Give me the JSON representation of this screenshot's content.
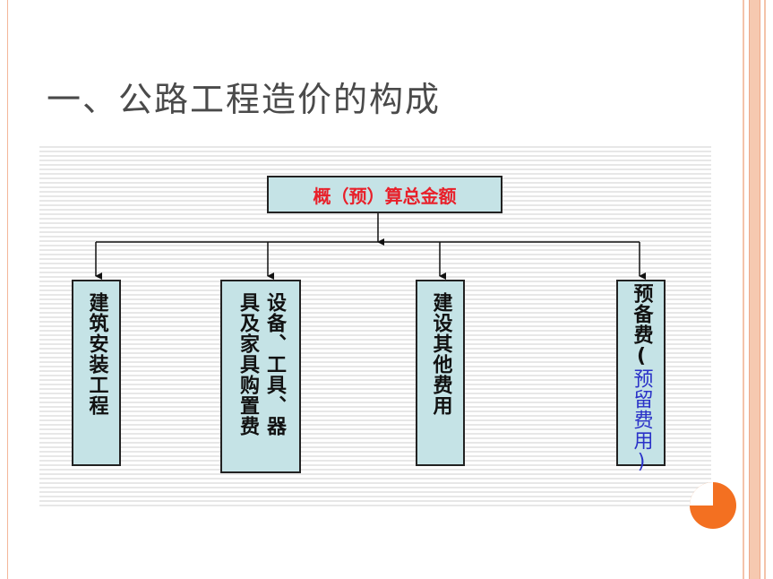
{
  "slide": {
    "title": "一、公路工程造价的构成"
  },
  "diagram": {
    "root": "概（预）算总金额",
    "branches": [
      {
        "lines": [
          "建筑安装工程"
        ]
      },
      {
        "lines": [
          "设备、工具、器",
          "具及家具购置费"
        ]
      },
      {
        "lines": [
          "建设其他费用"
        ]
      },
      {
        "lines": [
          "预备费(",
          "预留费用)"
        ]
      }
    ]
  },
  "colors": {
    "box_fill": "#c5e3e6",
    "root_text": "#e8202a",
    "accent": "#f37021",
    "frame": "#f6c9b0"
  }
}
